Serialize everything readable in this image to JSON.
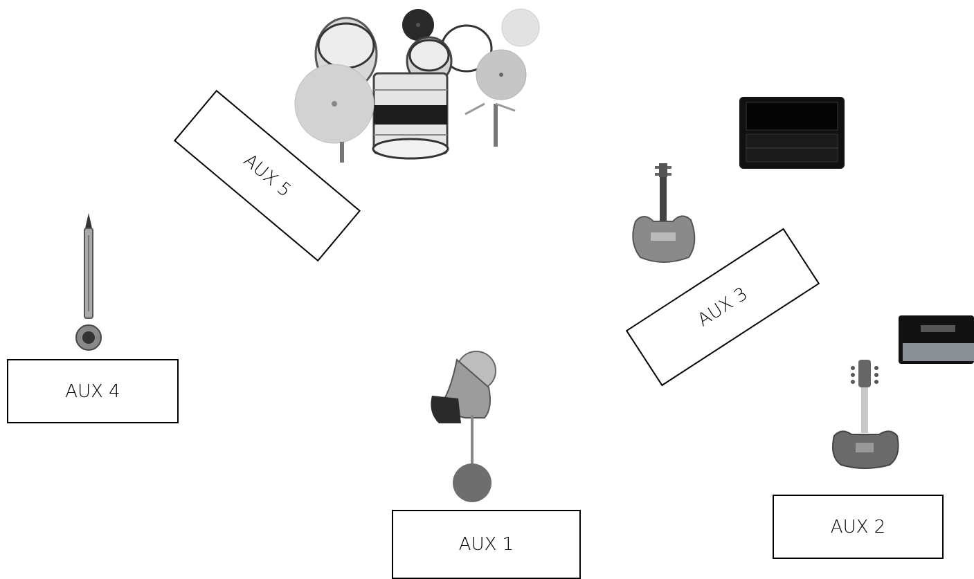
{
  "monitors": {
    "aux1": {
      "label": "AUX 1"
    },
    "aux2": {
      "label": "AUX 2"
    },
    "aux3": {
      "label": "AUX 3"
    },
    "aux4": {
      "label": "AUX 4"
    },
    "aux5": {
      "label": "AUX 5"
    }
  },
  "instruments": [
    "drum-kit",
    "bass-guitar",
    "bass-amp",
    "guitar-amp",
    "electric-guitar",
    "saxophone",
    "singer-with-mic-stand"
  ]
}
